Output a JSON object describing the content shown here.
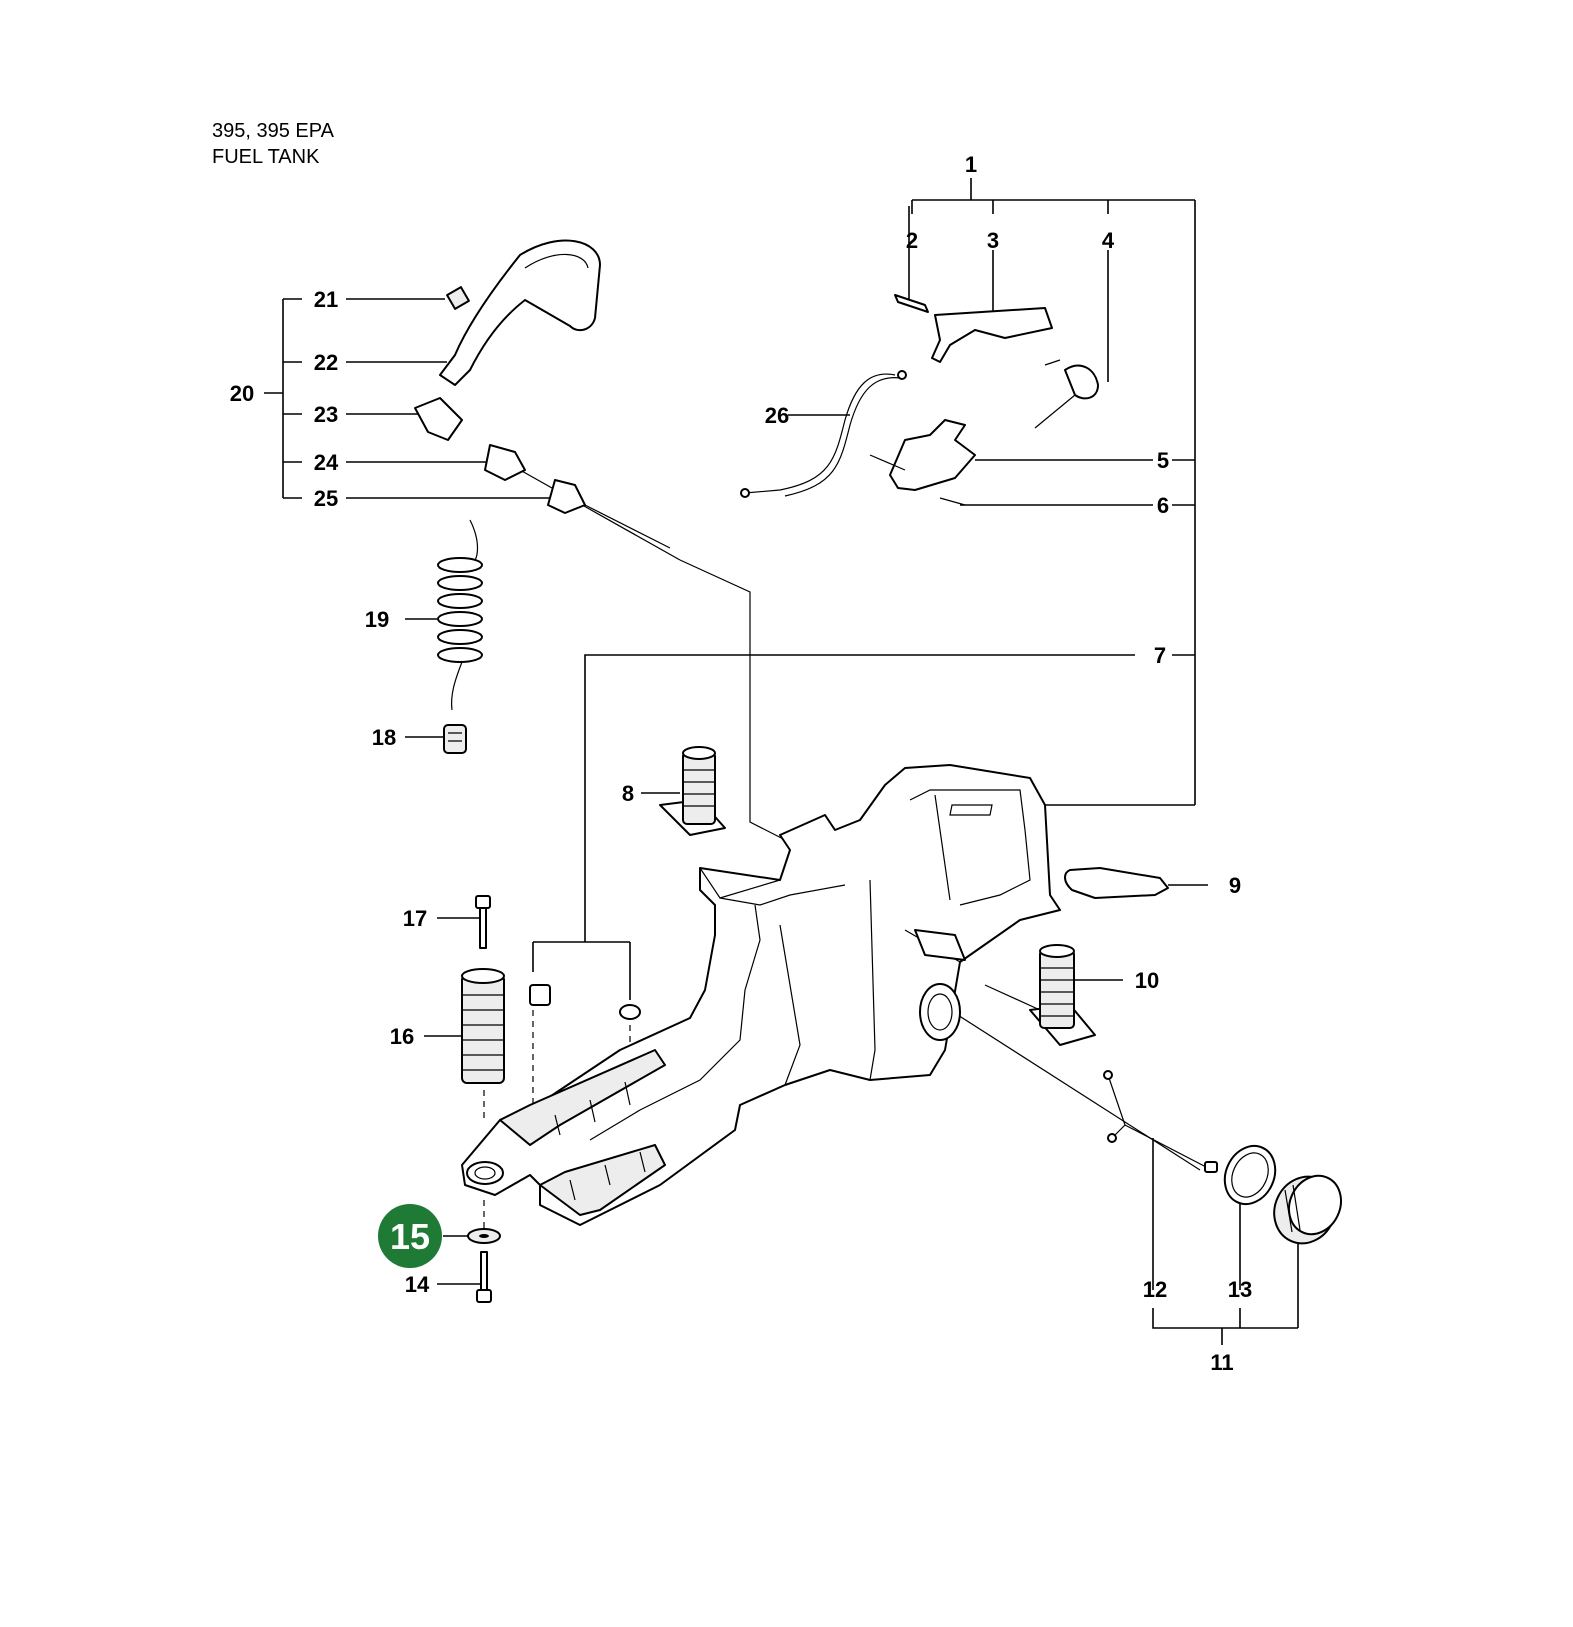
{
  "header": {
    "model": "395, 395 EPA",
    "section": "FUEL TANK"
  },
  "highlight": {
    "part": "15",
    "color": "#1e7a35"
  },
  "parts": {
    "p1": "1",
    "p2": "2",
    "p3": "3",
    "p4": "4",
    "p5": "5",
    "p6": "6",
    "p7": "7",
    "p8": "8",
    "p9": "9",
    "p10": "10",
    "p11": "11",
    "p12": "12",
    "p13": "13",
    "p14": "14",
    "p15": "15",
    "p16": "16",
    "p17": "17",
    "p18": "18",
    "p19": "19",
    "p20": "20",
    "p21": "21",
    "p22": "22",
    "p23": "23",
    "p24": "24",
    "p25": "25",
    "p26": "26"
  }
}
